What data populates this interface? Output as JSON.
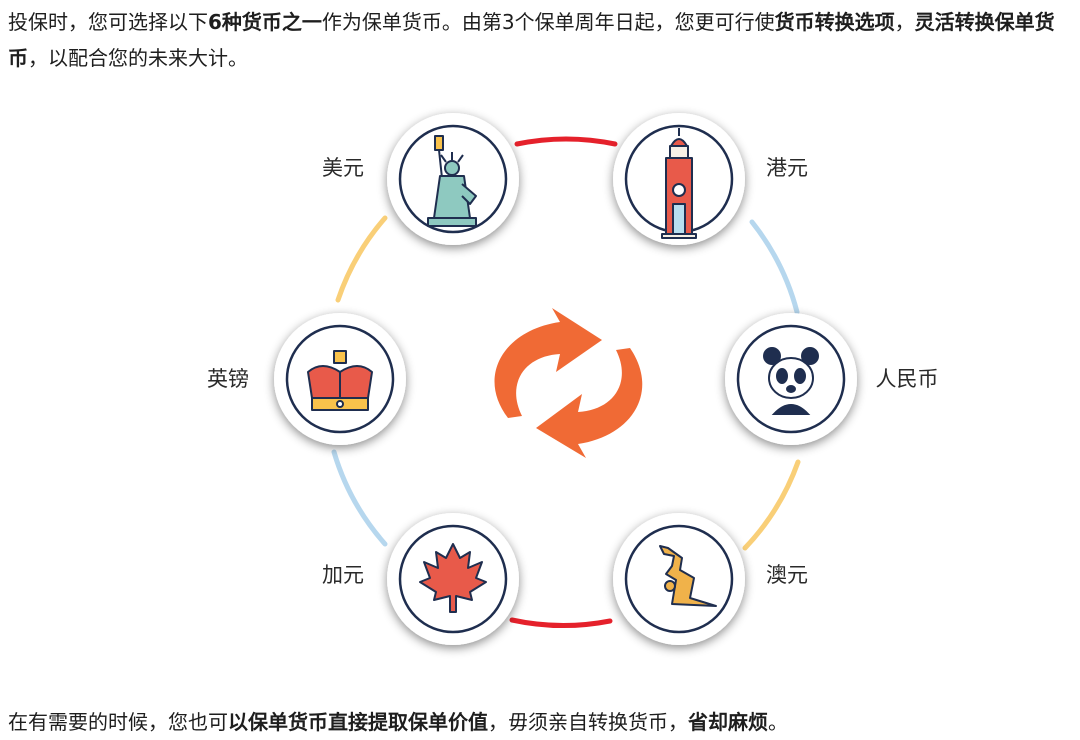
{
  "intro": {
    "t1": "投保时，您可选择以下",
    "b1": "6种货币之一",
    "t2": "作为保单货币。由第3个保单周年日起，您更可行使",
    "b2": "货币转换选项",
    "t3": "，",
    "b3": "灵活转换保单货币",
    "t4": "，以配合您的未来大计。"
  },
  "currencies": [
    {
      "label": "美元",
      "icon": "statue-of-liberty-icon"
    },
    {
      "label": "港元",
      "icon": "clock-tower-icon"
    },
    {
      "label": "英镑",
      "icon": "crown-icon"
    },
    {
      "label": "人民币",
      "icon": "panda-icon"
    },
    {
      "label": "加元",
      "icon": "maple-leaf-icon"
    },
    {
      "label": "澳元",
      "icon": "kangaroo-icon"
    }
  ],
  "center_icon": "exchange-arrows-icon",
  "colors": {
    "red_arc": "#e5212b",
    "yellow_arc": "#f9cf78",
    "blue_arc": "#b6d7ee",
    "orange_arrows": "#f06a35",
    "navy": "#1f2e4f"
  },
  "outro": {
    "t1": "在有需要的时候，您也可",
    "b1": "以保单货币直接提取保单价值",
    "t2": "，毋须亲自转换货币，",
    "b2": "省却麻烦",
    "t3": "。"
  }
}
